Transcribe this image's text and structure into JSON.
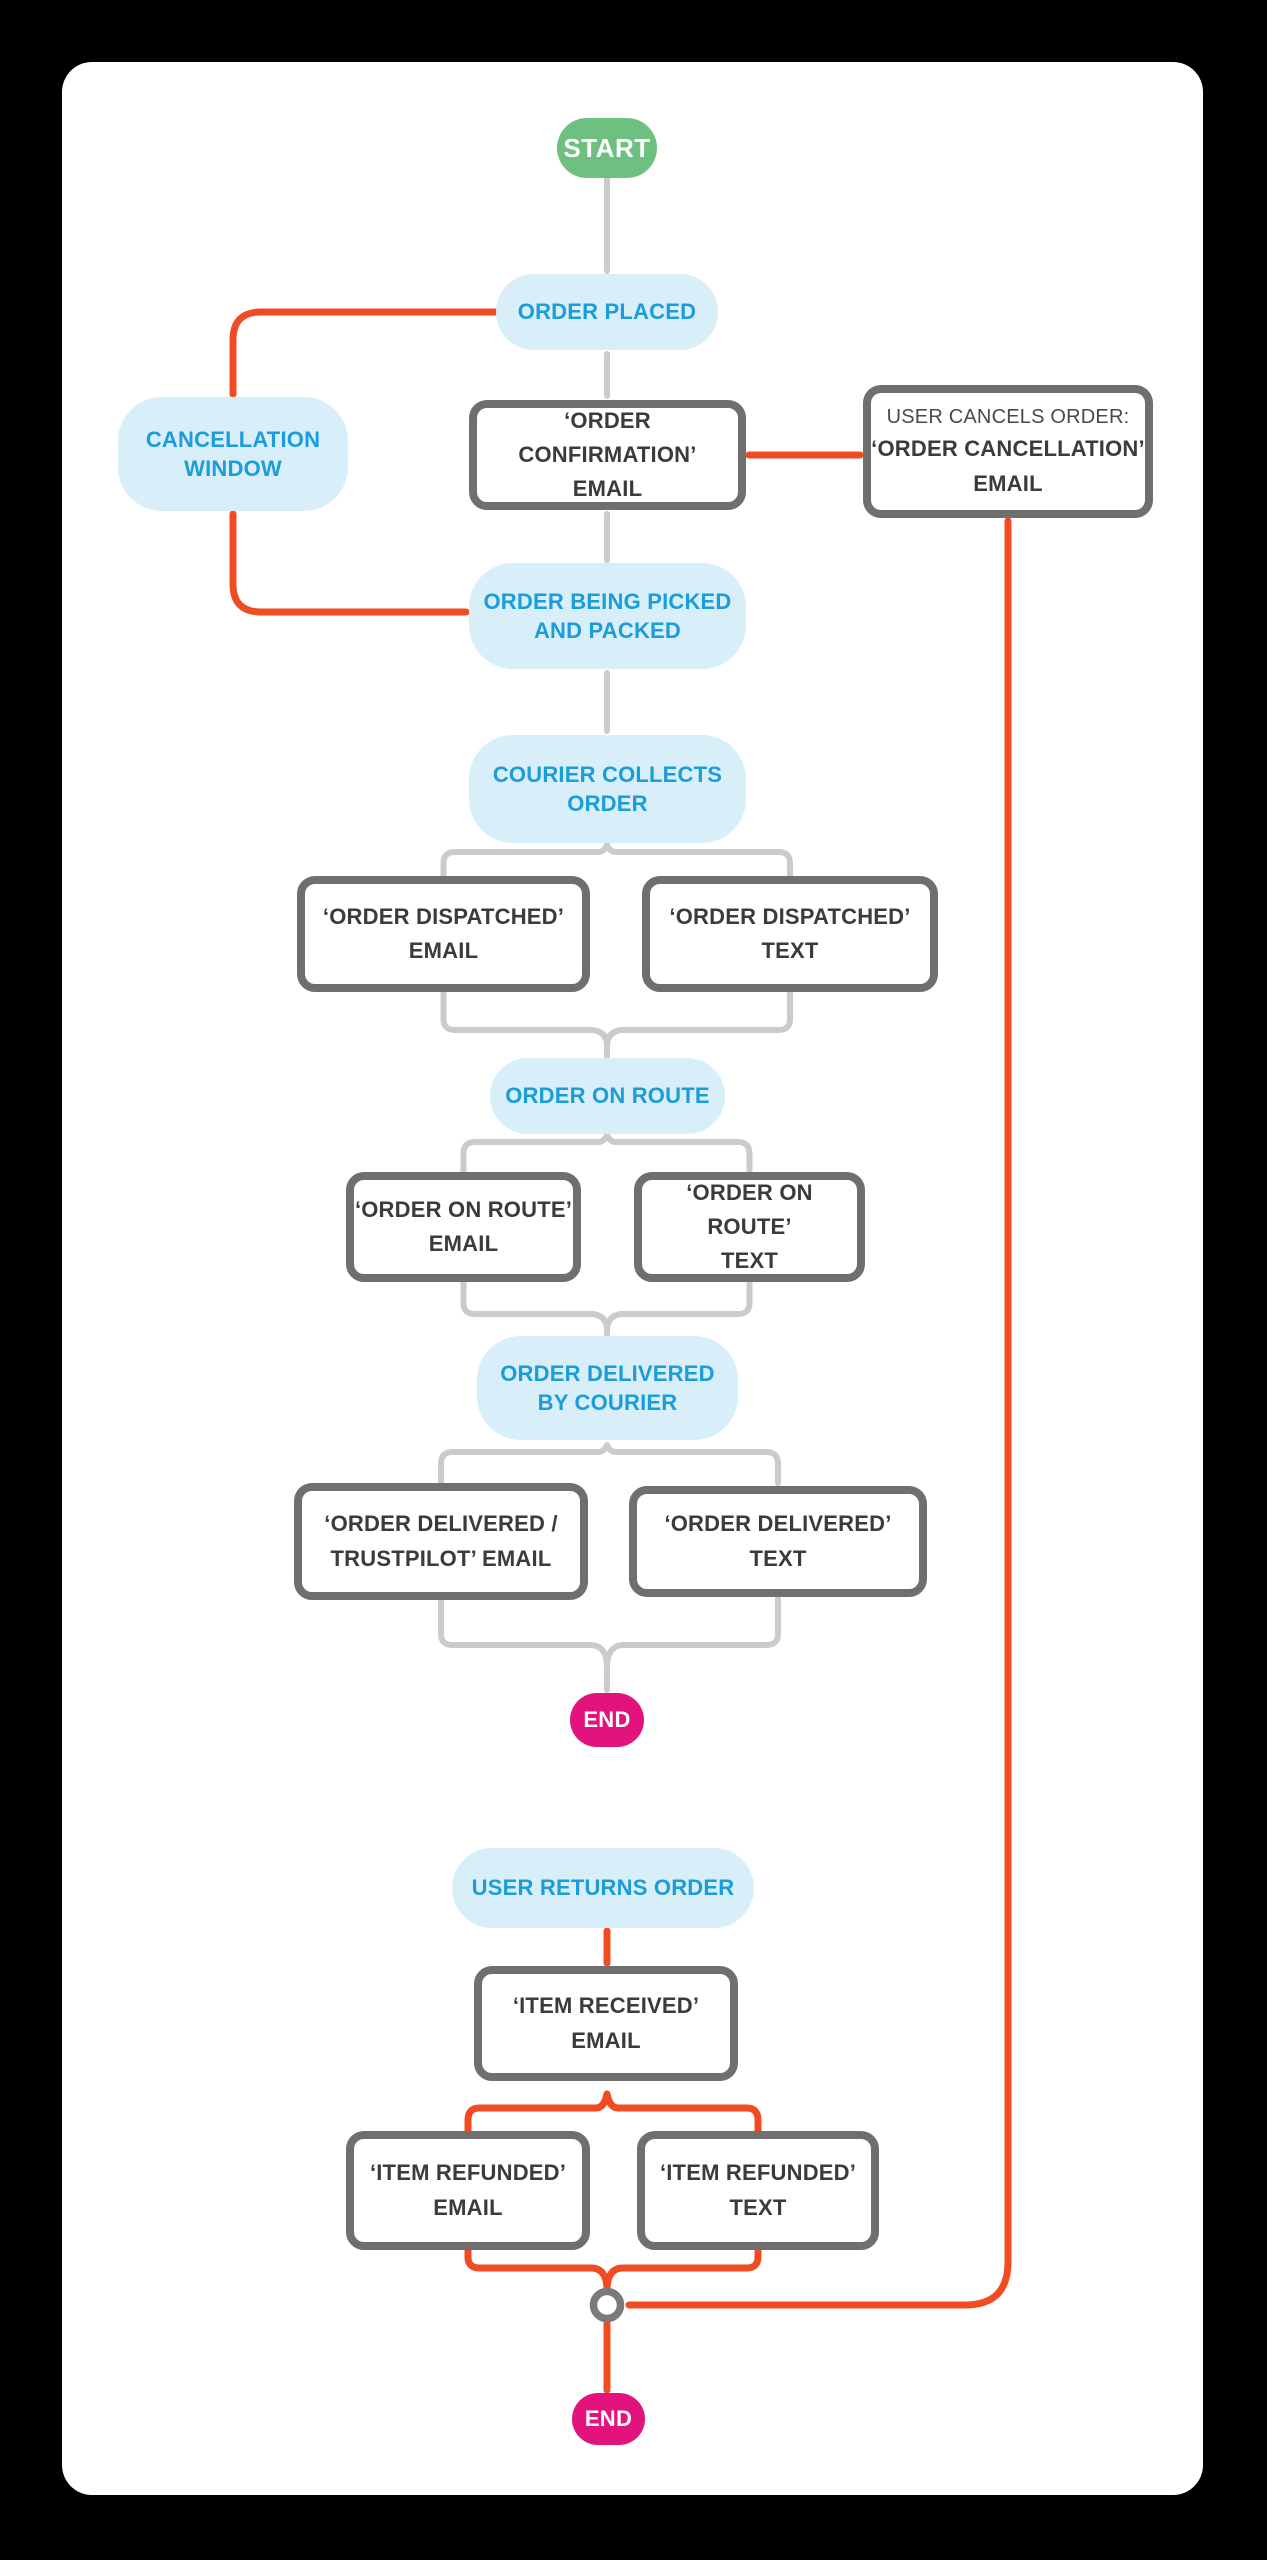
{
  "page": {
    "background": "#000000",
    "card_background": "#ffffff"
  },
  "colors": {
    "start_green": "#6ec081",
    "pill_blue_bg": "#d8eef9",
    "pill_blue_text": "#1b9dd9",
    "box_border_gray": "#6f6f6f",
    "box_text_dark": "#3b3b3b",
    "connector_gray": "#cbcbcb",
    "connector_orange": "#f04b23",
    "end_pink": "#e2137d",
    "junction_ring_gray": "#7a7a7a"
  },
  "nodes": {
    "start": {
      "label": "START"
    },
    "order_placed": {
      "lines": [
        "ORDER PLACED"
      ]
    },
    "cancellation_window": {
      "lines": [
        "CANCELLATION",
        "WINDOW"
      ]
    },
    "order_confirmation_email": {
      "lines": [
        "‘ORDER CONFIRMATION’",
        "EMAIL"
      ]
    },
    "user_cancels_order": {
      "intro": "USER CANCELS ORDER:",
      "lines": [
        "‘ORDER CANCELLATION’",
        "EMAIL"
      ]
    },
    "order_being_picked": {
      "lines": [
        "ORDER BEING PICKED",
        "AND PACKED"
      ]
    },
    "courier_collects_order": {
      "lines": [
        "COURIER COLLECTS",
        "ORDER"
      ]
    },
    "order_dispatched_email": {
      "lines": [
        "‘ORDER DISPATCHED’",
        "EMAIL"
      ]
    },
    "order_dispatched_text": {
      "lines": [
        "‘ORDER DISPATCHED’",
        "TEXT"
      ]
    },
    "order_on_route": {
      "lines": [
        "ORDER ON ROUTE"
      ]
    },
    "order_on_route_email": {
      "lines": [
        "‘ORDER ON ROUTE’",
        "EMAIL"
      ]
    },
    "order_on_route_text": {
      "lines": [
        "‘ORDER ON ROUTE’",
        "TEXT"
      ]
    },
    "order_delivered_by_courier": {
      "lines": [
        "ORDER DELIVERED",
        "BY COURIER"
      ]
    },
    "order_delivered_trustpilot_email": {
      "lines": [
        "‘ORDER DELIVERED /",
        "TRUSTPILOT’ EMAIL"
      ]
    },
    "order_delivered_text": {
      "lines": [
        "‘ORDER DELIVERED’ TEXT"
      ]
    },
    "end_main": {
      "label": "END"
    },
    "user_returns_order": {
      "lines": [
        "USER RETURNS ORDER"
      ]
    },
    "item_received_email": {
      "lines": [
        "‘ITEM RECEIVED’",
        "EMAIL"
      ]
    },
    "item_refunded_email": {
      "lines": [
        "‘ITEM REFUNDED’",
        "EMAIL"
      ]
    },
    "item_refunded_text": {
      "lines": [
        "‘ITEM REFUNDED’",
        "TEXT"
      ]
    },
    "end_returns": {
      "label": "END"
    }
  }
}
